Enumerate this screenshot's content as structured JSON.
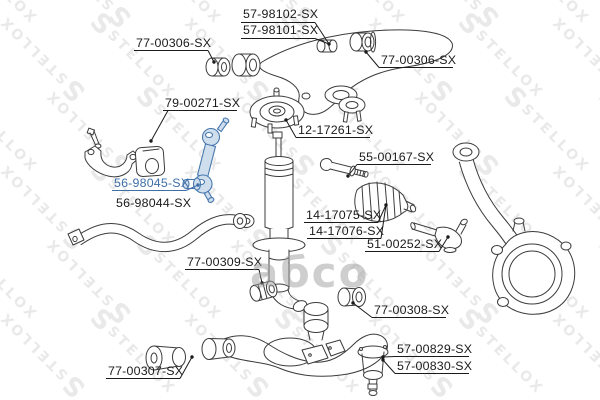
{
  "watermark": {
    "tile_text": "STELLOX",
    "logo_char": "S",
    "center_text": "абсо"
  },
  "colors": {
    "background": "#ffffff",
    "line_art": "#3c3c3c",
    "label_text": "#1b1b1b",
    "highlight": "#3f6fa8",
    "highlight_fill": "#cfdeed",
    "watermark_tile": "#e9e9e9",
    "watermark_center": "#9f9f9f"
  },
  "highlighted_part": "56-98045-SX",
  "labels": [
    {
      "text": "57-98102-SX"
    },
    {
      "text": "57-98101-SX"
    },
    {
      "text": "77-00306-SX"
    },
    {
      "text": "77-00306-SX"
    },
    {
      "text": "79-00271-SX"
    },
    {
      "text": "12-17261-SX"
    },
    {
      "text": "55-00167-SX"
    },
    {
      "text": "56-98045-SX",
      "highlighted": true
    },
    {
      "text": "56-98044-SX"
    },
    {
      "text": "14-17075-SX"
    },
    {
      "text": "14-17076-SX"
    },
    {
      "text": "51-00252-SX"
    },
    {
      "text": "77-00309-SX"
    },
    {
      "text": "77-00308-SX"
    },
    {
      "text": "57-00829-SX"
    },
    {
      "text": "57-00830-SX"
    },
    {
      "text": "77-00307-SX"
    }
  ]
}
